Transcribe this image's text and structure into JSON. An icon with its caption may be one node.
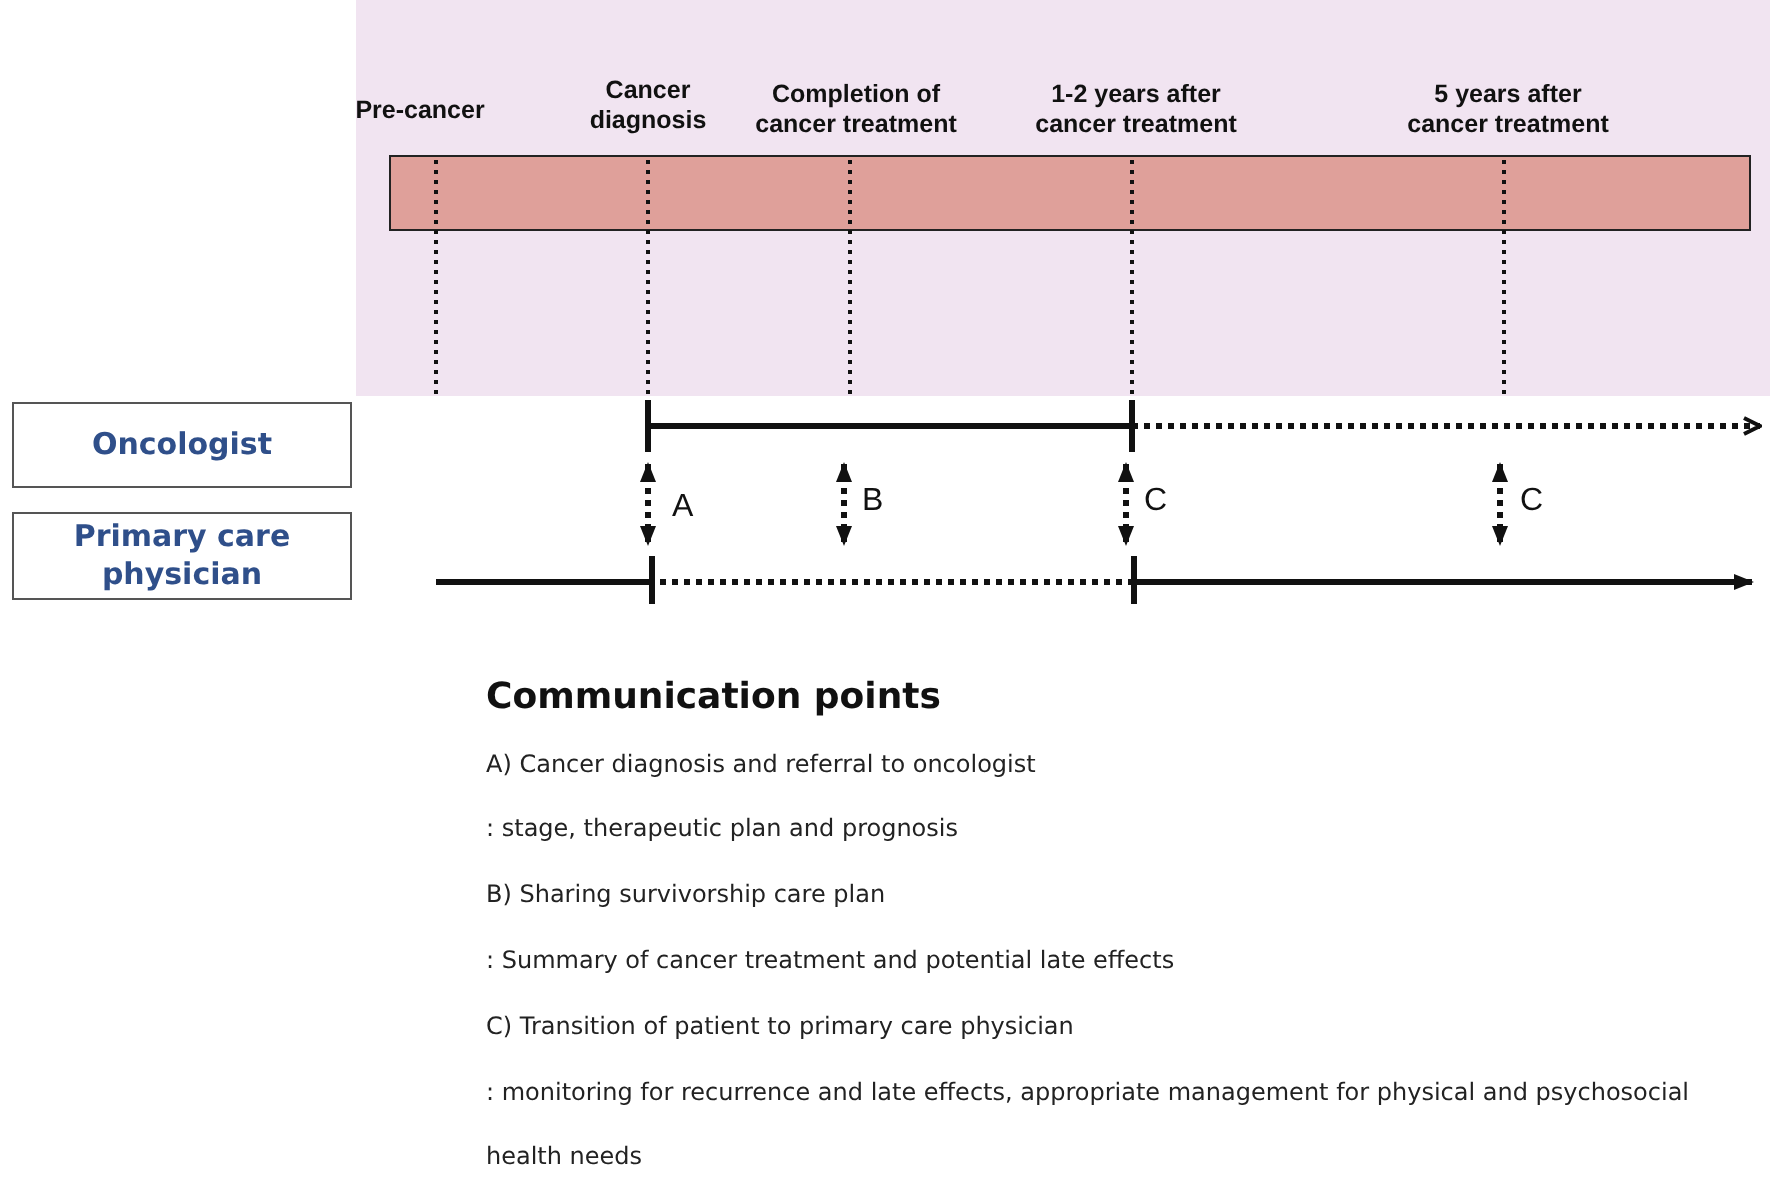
{
  "diagram": {
    "nodes": [
      {
        "text": [
          "Oncologist"
        ]
      },
      {
        "text": [
          "Primary care physician"
        ]
      }
    ],
    "labels": [
      "Pre-cancer",
      "Cancer diagnosis",
      "Completion of cancer treatment",
      "1-2 years after cancer treatment",
      "5 years after cancer treatment",
      "A",
      "B",
      "C",
      "C",
      "Communication points",
      "A) Cancer diagnosis and referral to oncologist",
      ": stage, therapeutic plan and prognosis",
      "B) Sharing survivorship care plan",
      ": Summary of cancer treatment and potential late effects",
      "C) Transition of patient to primary care physician",
      ": monitoring for recurrence and late effects, appropriate management for physical and psychosocial health needs"
    ]
  }
}
